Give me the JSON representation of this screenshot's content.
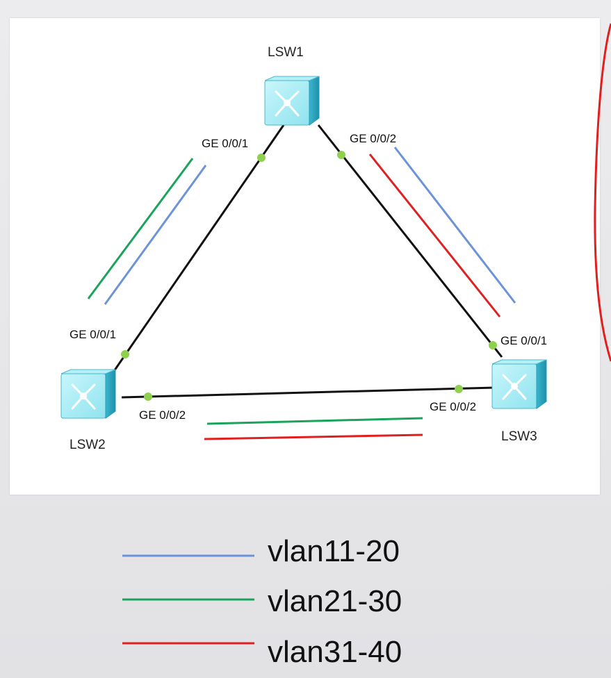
{
  "devices": {
    "lsw1": "LSW1",
    "lsw2": "LSW2",
    "lsw3": "LSW3"
  },
  "ports": {
    "lsw1_ge001": "GE 0/0/1",
    "lsw1_ge002": "GE 0/0/2",
    "lsw2_ge001": "GE 0/0/1",
    "lsw2_ge002": "GE 0/0/2",
    "lsw3_ge001": "GE 0/0/1",
    "lsw3_ge002": "GE 0/0/2"
  },
  "legend": [
    {
      "label": "vlan11-20",
      "color": "#6c93d8"
    },
    {
      "label": "vlan21-30",
      "color": "#1aa35a"
    },
    {
      "label": "vlan31-40",
      "color": "#e02020"
    }
  ],
  "colors": {
    "link": "#111111",
    "port_dot": "#8fd14f",
    "switch_body": "#7fe0ee",
    "annotation": "#e02020"
  }
}
